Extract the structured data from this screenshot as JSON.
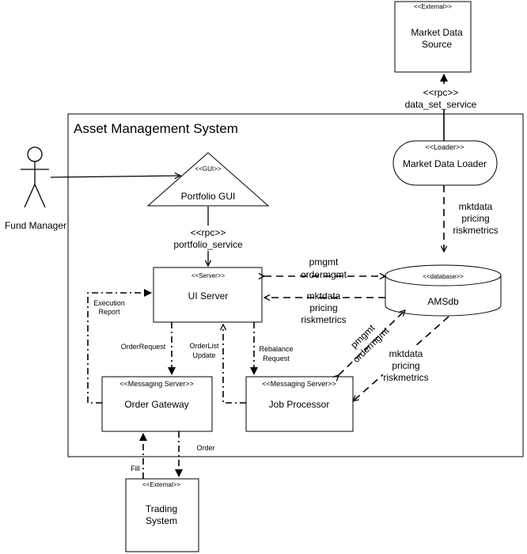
{
  "system": {
    "title": "Asset Management System"
  },
  "actor": {
    "label": "Fund Manager"
  },
  "nodes": {
    "market_data_source": {
      "stereotype": "<<External>>",
      "line1": "Market Data",
      "line2": "Source"
    },
    "market_data_loader": {
      "stereotype": "<<Loader>>",
      "label": "Market Data Loader"
    },
    "portfolio_gui": {
      "stereotype": "<<GUI>>",
      "label": "Portfolio GUI"
    },
    "ui_server": {
      "stereotype": "<<Server>>",
      "label": "UI Server"
    },
    "amsdb": {
      "stereotype": "<<database>>",
      "label": "AMSdb"
    },
    "order_gateway": {
      "stereotype": "<<Messaging Server>>",
      "label": "Order Gateway"
    },
    "job_processor": {
      "stereotype": "<<Messaging Server>>",
      "label": "Job Processor"
    },
    "trading_system": {
      "stereotype": "<<External>>",
      "line1": "Trading",
      "line2": "System"
    }
  },
  "connectors": {
    "data_set_service": {
      "line1": "<<rpc>>",
      "line2": "data_set_service"
    },
    "portfolio_service": {
      "line1": "<<rpc>>",
      "line2": "portfolio_service"
    },
    "loader_to_db": [
      "mktdata",
      "pricing",
      "riskmetrics"
    ],
    "ui_to_db": [
      "pmgmt",
      "ordermgmt"
    ],
    "db_to_ui": [
      "mktdata",
      "pricing",
      "riskmetrics"
    ],
    "jp_to_db": [
      "pmgmt",
      "ordermgmt"
    ],
    "db_to_jp": [
      "mktdata",
      "pricing",
      "riskmetrics"
    ],
    "execution_report": [
      "Execution",
      "Report"
    ],
    "order_request": "OrderRequest",
    "orderlist_update": [
      "OrderList",
      "Update"
    ],
    "rebalance_request": [
      "Rebalance",
      "Request"
    ],
    "fill": "Fill",
    "order": "Order"
  }
}
